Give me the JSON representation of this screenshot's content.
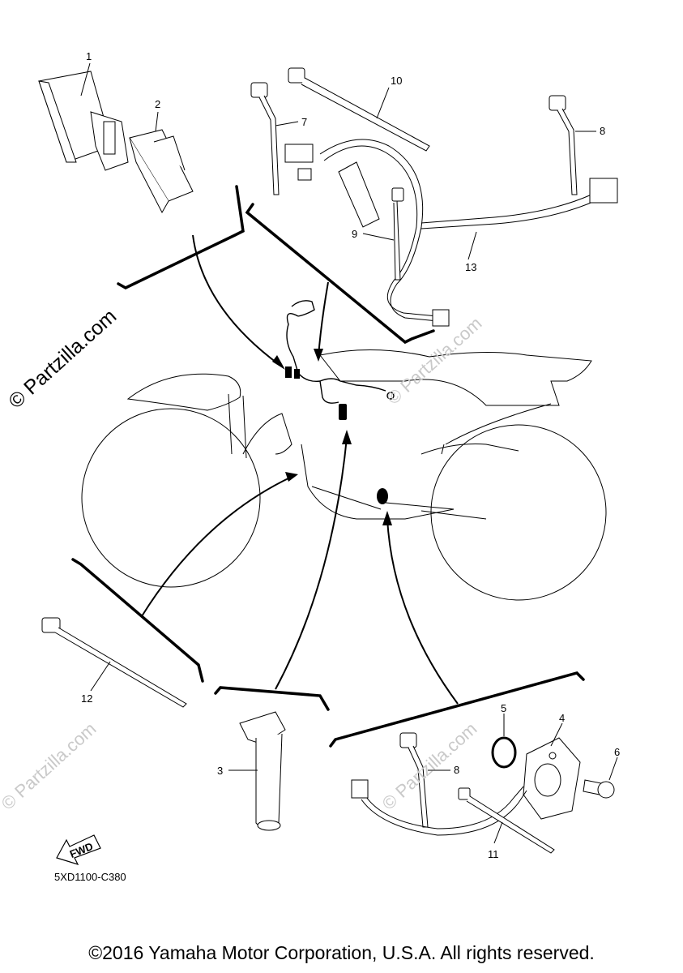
{
  "watermark": {
    "main": "© Partzilla.com",
    "faint": "© Partzilla.com"
  },
  "callouts": [
    "1",
    "2",
    "3",
    "4",
    "5",
    "6",
    "7",
    "8",
    "8",
    "9",
    "10",
    "11",
    "12",
    "13"
  ],
  "fwd_label": "FWD",
  "diagram_code": "5XD1100-C380",
  "copyright": "©2016 Yamaha Motor Corporation, U.S.A. All rights reserved."
}
